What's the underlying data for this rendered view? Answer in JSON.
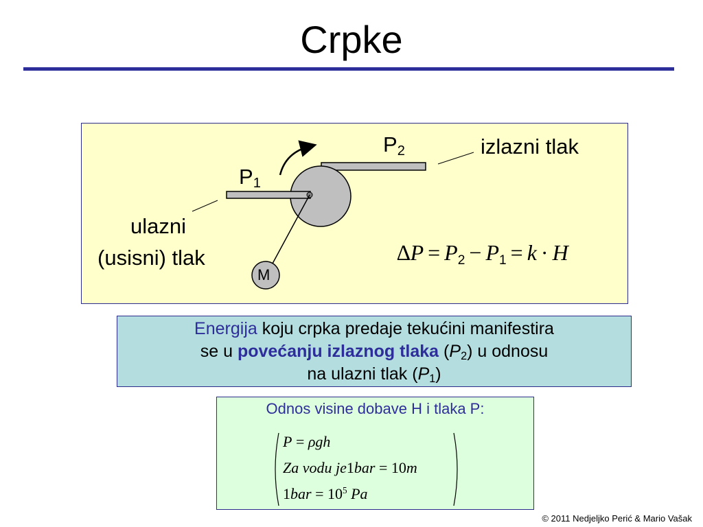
{
  "slide": {
    "title": "Crpke"
  },
  "diagram": {
    "p1_letter": "P",
    "p1_sub": "1",
    "p2_letter": "P",
    "p2_sub": "2",
    "outlet_label": "izlazni tlak",
    "inlet_label_line1": "ulazni",
    "inlet_label_line2": "(usisni) tlak",
    "motor_label": "M",
    "formula": {
      "delta": "∆",
      "p": "P",
      "eq1": "=",
      "p2": "P",
      "p2_sub": "2",
      "minus": "−",
      "p1": "P",
      "p1_sub": "1",
      "eq2": "=",
      "k": "k",
      "dot": "·",
      "h": "H"
    }
  },
  "info_box": {
    "part1": "Energija",
    "part2": " koju crpka predaje tekućini manifestira",
    "part3": "se u ",
    "part4": "povećanju izlaznog tlaka",
    "part5": " (",
    "part6": "P",
    "part7": "2",
    "part8": ") u odnosu",
    "part9": "na ulazni tlak (",
    "part10": "P",
    "part11": "1",
    "part12": ")"
  },
  "relation_box": {
    "title": "Odnos visine dobave H i tlaka P:",
    "line1_a": "P",
    "line1_b": " = ",
    "line1_c": "ρgh",
    "line2_a": "Za vodu je",
    "line2_b": "1",
    "line2_c": "bar",
    "line2_d": " = 10",
    "line2_e": "m",
    "line3_a": "1",
    "line3_b": "bar",
    "line3_c": " = 10",
    "line3_d": "5",
    "line3_e": " Pa"
  },
  "footer": {
    "copyright": "© 2011 Nedjeljko Perić & Mario Vašak"
  },
  "colors": {
    "title_rule": "#2e2e9a",
    "diagram_bg": "#ffffcc",
    "info_bg": "#b3dddf",
    "relation_bg": "#ddffdd",
    "accent_text": "#2e2e9a",
    "pump_fill": "#bfbfbf"
  }
}
